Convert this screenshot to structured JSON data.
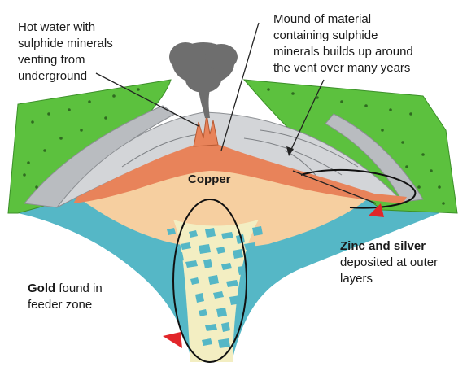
{
  "labels": {
    "hot_water": [
      "Hot water with",
      "sulphide minerals",
      "venting from",
      "underground"
    ],
    "mound": [
      "Mound of material",
      "containing sulphide",
      "minerals builds up around",
      "the vent over many years"
    ],
    "copper": "Copper",
    "zinc_bold": "Zinc and silver",
    "zinc_rest": [
      "deposited at outer",
      "layers"
    ],
    "gold_bold": "Gold",
    "gold_rest_first": " found in",
    "gold_rest_second": "feeder zone"
  },
  "colors": {
    "seafloor_green": "#5cc13e",
    "sediment_grey": "#b9bcc0",
    "mound_grey": "#d3d5d8",
    "orange_layer": "#e8835a",
    "copper_zone": "#f6cfa0",
    "feeder_yellow": "#f3eec2",
    "rock_blue": "#55b7c6",
    "marker_red": "#e2262a",
    "smoke_grey": "#6e6e6e"
  }
}
